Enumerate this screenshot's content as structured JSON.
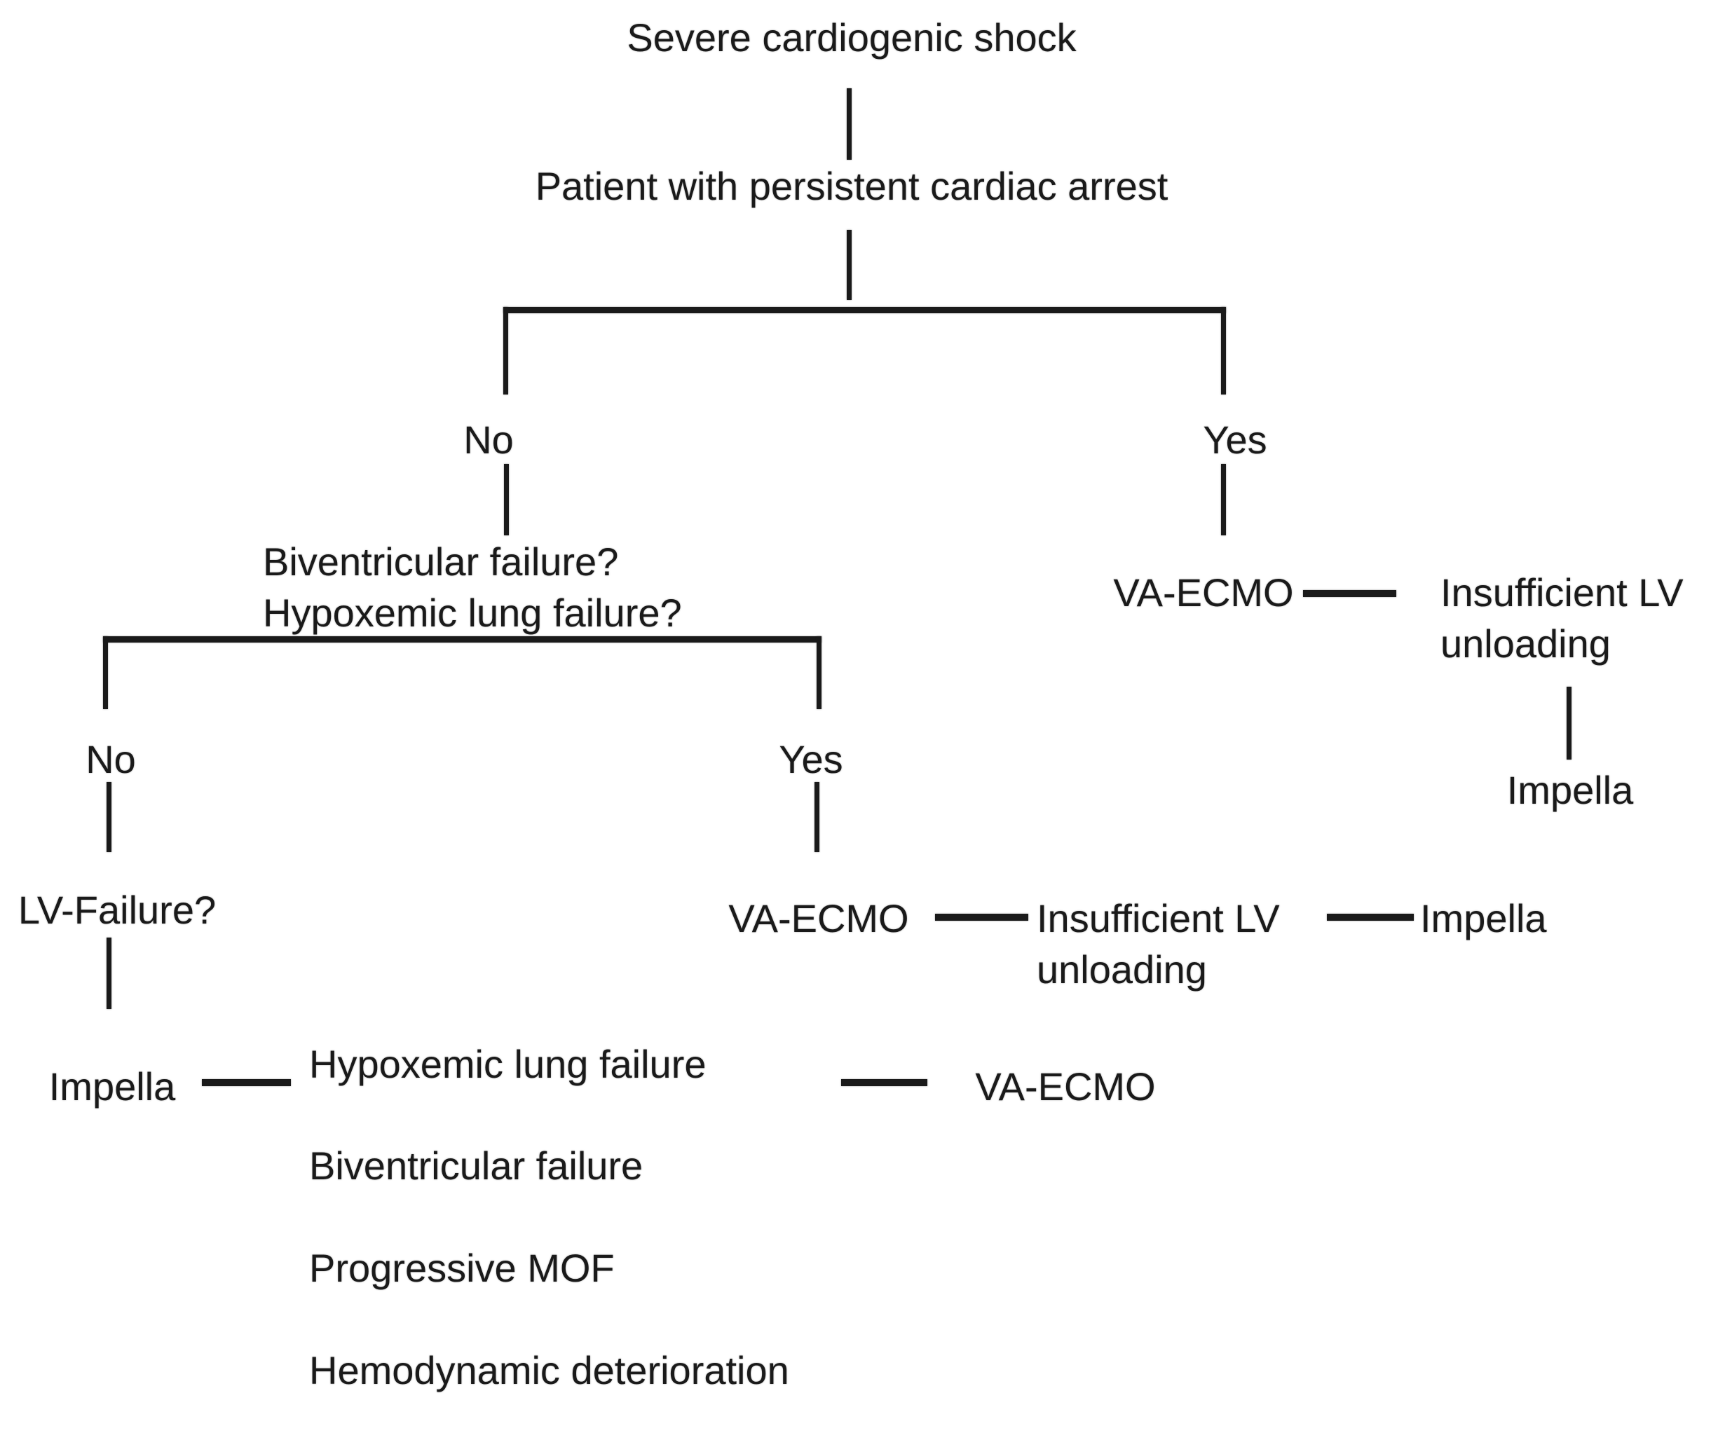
{
  "flowchart": {
    "title": "Severe cardiogenic shock",
    "step_cardiac_arrest": "Patient with persistent cardiac arrest",
    "decision_arrest": {
      "no": "No",
      "yes": "Yes"
    },
    "arrest_yes_path": {
      "treatment": "VA-ECMO",
      "problem": "Insufficient LV\nunloading",
      "escalation": "Impella"
    },
    "question_biv_hypox": "Biventricular failure?\nHypoxemic lung failure?",
    "decision_biv": {
      "no": "No",
      "yes": "Yes"
    },
    "biv_yes_path": {
      "treatment": "VA-ECMO",
      "problem": "Insufficient LV\nunloading",
      "escalation": "Impella"
    },
    "biv_no_path": {
      "question": "LV-Failure?",
      "treatment": "Impella",
      "escalation_triggers": [
        "Hypoxemic lung failure",
        "Biventricular failure",
        "Progressive MOF",
        "Hemodynamic deterioration"
      ],
      "escalation": "VA-ECMO"
    }
  },
  "colors": {
    "ink": "#1a1a1a",
    "background": "#ffffff"
  }
}
